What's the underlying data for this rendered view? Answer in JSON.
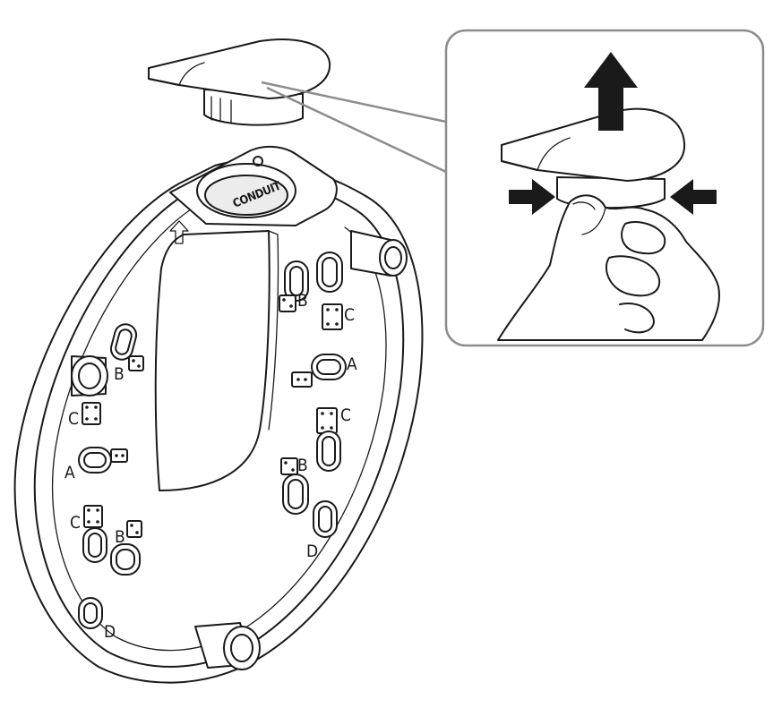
{
  "plate_labels": {
    "conduit": "CONDUIT",
    "left_b1": "B",
    "left_c1": "C",
    "left_a": "A",
    "left_c2": "C",
    "left_b2": "B",
    "left_d": "D",
    "right_b1": "B",
    "right_c1": "C",
    "right_a": "A",
    "right_c2": "C",
    "right_b2": "B",
    "right_d": "D"
  },
  "colors": {
    "line": "#1a1a1a",
    "callout_border": "#8c8c8c",
    "arrow_fill": "#1a1a1a"
  },
  "icons": [
    "arrow-up-icon",
    "arrow-right-icon",
    "arrow-left-icon"
  ]
}
